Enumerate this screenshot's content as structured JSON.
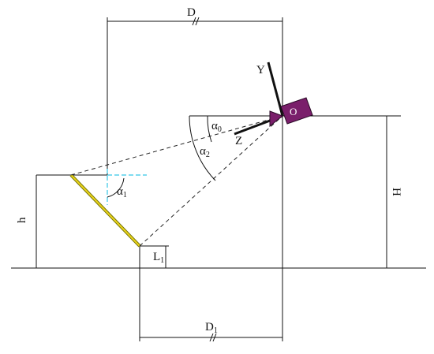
{
  "labels": {
    "D": "D",
    "D1_main": "D",
    "D1_sub": "1",
    "H": "H",
    "h": "h",
    "L1_main": "L",
    "L1_sub": "1",
    "O": "O",
    "Y": "Y",
    "Z": "Z",
    "alpha0_main": "α",
    "alpha0_sub": "0",
    "alpha1_main": "α",
    "alpha1_sub": "1",
    "alpha2_main": "α",
    "alpha2_sub": "2"
  },
  "colors": {
    "line": "#111111",
    "mirror": "#e8d21a",
    "mirror_edge": "#6b6b00",
    "cyan_guide": "#35c6e6",
    "camera_fill": "#7a1f6b",
    "camera_edge": "#2a0a26"
  }
}
